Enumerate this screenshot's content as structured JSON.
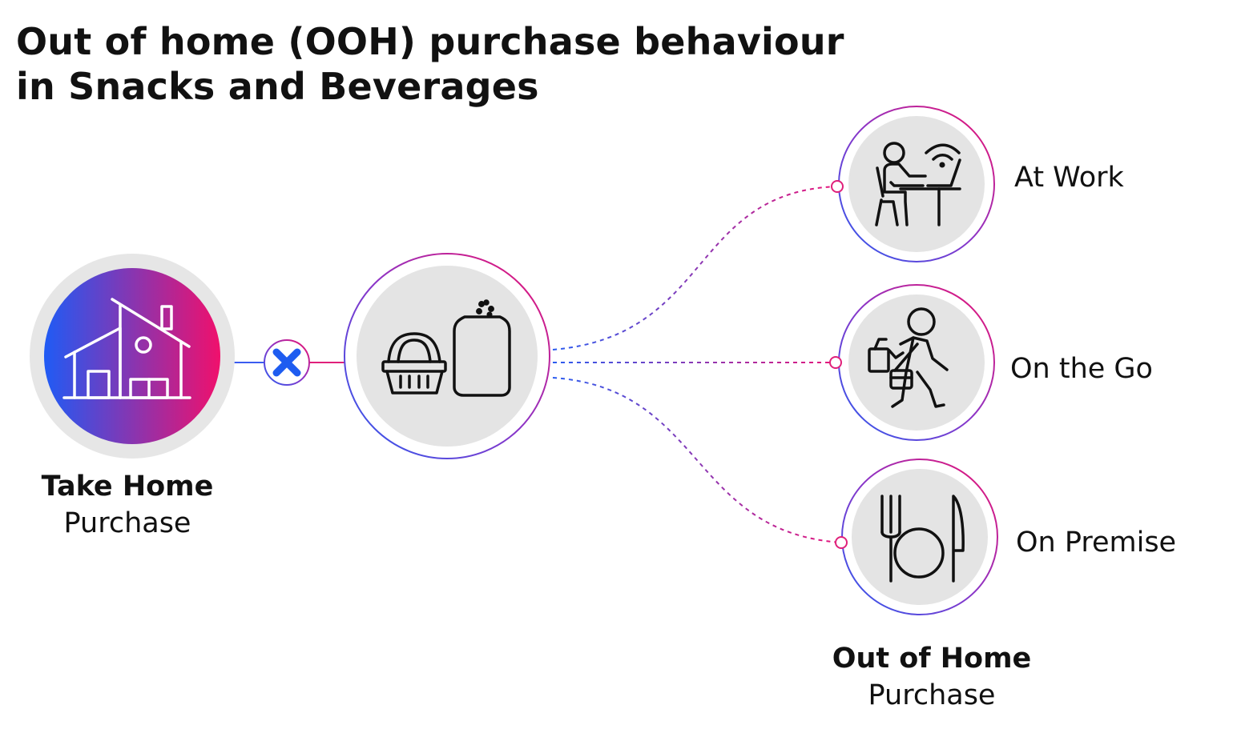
{
  "title": {
    "line1": "Out of home (OOH) purchase behaviour",
    "line2": "in Snacks and Beverages"
  },
  "take_home": {
    "label_bold": "Take Home",
    "label_regular": "Purchase",
    "icon": "house-icon"
  },
  "connector": {
    "icon": "cross-icon",
    "icon_color": "#1e5cf0"
  },
  "products": {
    "icons": [
      "shopping-basket-icon",
      "beverage-can-icon"
    ]
  },
  "out_of_home": {
    "label_bold": "Out of Home",
    "label_regular": "Purchase",
    "occasions": [
      {
        "label": "At Work",
        "icon": "person-at-laptop-icon"
      },
      {
        "label": "On the Go",
        "icon": "walking-person-icon"
      },
      {
        "label": "On Premise",
        "icon": "fork-plate-knife-icon"
      }
    ]
  },
  "colors": {
    "gradient_start": "#1f5bf5",
    "gradient_end": "#f0106c",
    "circle_fill": "#e4e4e4",
    "ring_fill": "#e9e9e9",
    "text": "#111111"
  }
}
